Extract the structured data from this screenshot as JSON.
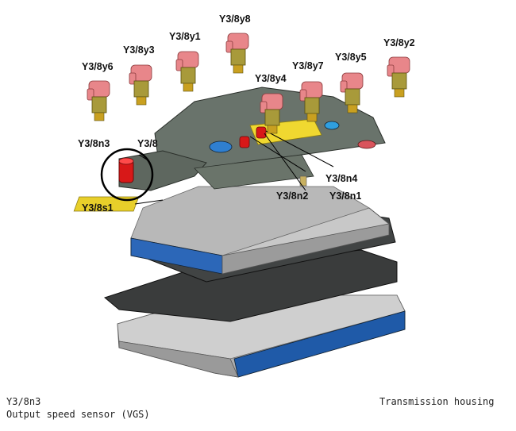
{
  "labels": {
    "y6": "Y3/8y6",
    "y3": "Y3/8y3",
    "y1": "Y3/8y1",
    "y8": "Y3/8y8",
    "y4": "Y3/8y4",
    "y7": "Y3/8y7",
    "y5": "Y3/8y5",
    "y2": "Y3/8y2",
    "n3": "Y3/8n3",
    "y3_8": "Y3/8",
    "n4": "Y3/8n4",
    "n2": "Y3/8n2",
    "n1": "Y3/8n1",
    "s1": "Y3/8s1"
  },
  "caption": {
    "code": "Y3/8n3",
    "description": "Output speed sensor (VGS)",
    "right": "Transmission housing"
  },
  "colors": {
    "solenoid_cap": "#e8868a",
    "solenoid_body": "#a89a3a",
    "carrier": "#6a746a",
    "plate": "#b4b4b4",
    "gasket": "#3b3d3d",
    "blue_edge": "#2f6ec0",
    "yellow_strip": "#f0d830",
    "sensor_red": "#d81818",
    "highlight_circle": "#000000"
  }
}
